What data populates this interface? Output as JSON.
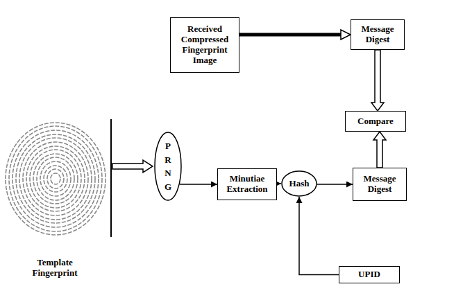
{
  "diagram": {
    "nodes": [
      {
        "text": [
          "Received Compressed Fingerprint Image"
        ]
      },
      {
        "text": [
          "Message Digest"
        ]
      },
      {
        "text": [
          "Compare"
        ]
      },
      {
        "text": [
          "P R N G"
        ]
      },
      {
        "text": [
          "Minutiae Extraction"
        ]
      },
      {
        "text": [
          "Hash"
        ]
      },
      {
        "text": [
          "Message Digest"
        ]
      },
      {
        "text": [
          "UPID"
        ]
      }
    ],
    "edges": [
      {
        "from": 0,
        "to": 1,
        "arrow": "to"
      },
      {
        "from": 1,
        "to": 2,
        "arrow": "to"
      },
      {
        "from": 6,
        "to": 2,
        "arrow": "to"
      },
      {
        "from": 3,
        "to": 4,
        "arrow": "to"
      },
      {
        "from": 4,
        "to": 5,
        "arrow": "to"
      },
      {
        "from": 5,
        "to": 6,
        "arrow": "to"
      },
      {
        "from": 7,
        "to": 5,
        "arrow": "to"
      }
    ],
    "labels": [
      "Template Fingerprint"
    ]
  }
}
